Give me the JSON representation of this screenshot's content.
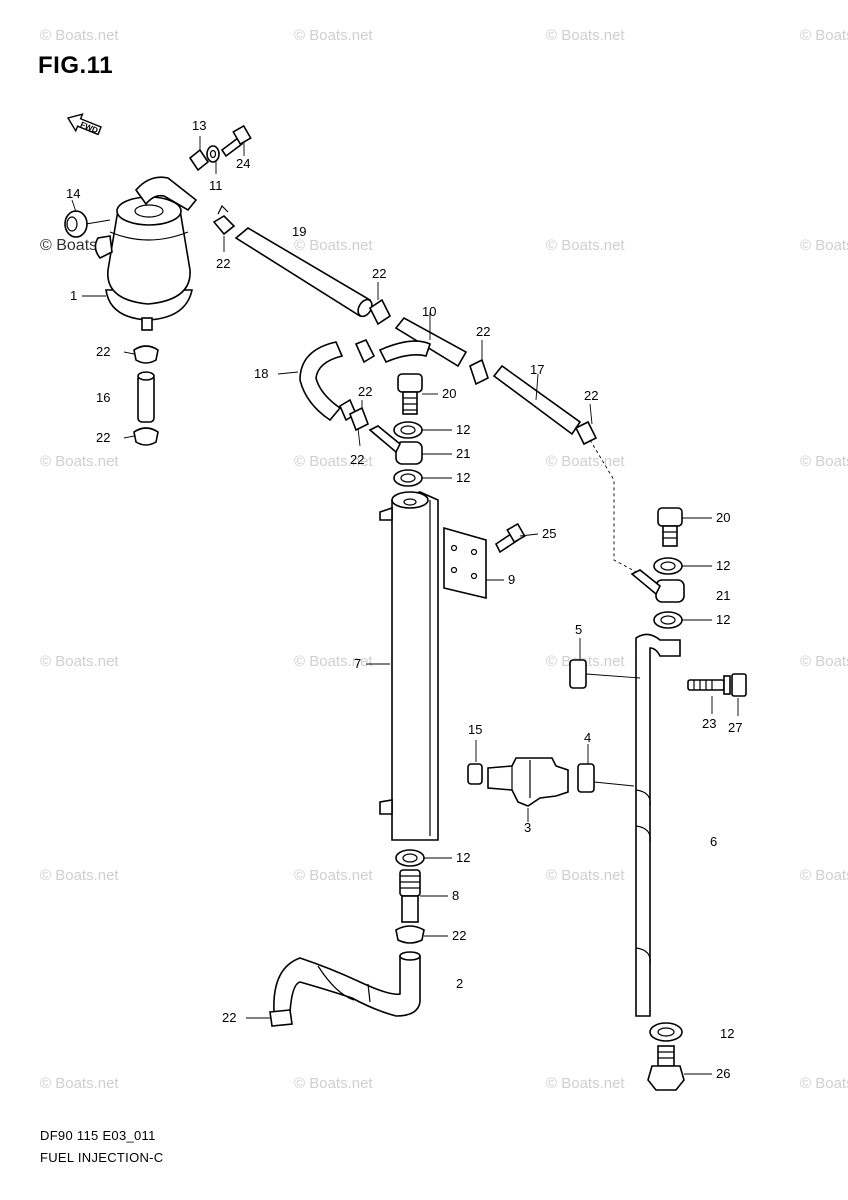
{
  "title": "FIG.11",
  "footer": {
    "code": "DF90 115 E03_011",
    "name": "FUEL INJECTION-C"
  },
  "direction_arrow": {
    "label": "FWD",
    "icon": "forward-arrow-icon"
  },
  "watermark": "© Boats.net",
  "callouts": [
    {
      "id": "c13",
      "text": "13"
    },
    {
      "id": "c24",
      "text": "24"
    },
    {
      "id": "c11",
      "text": "11"
    },
    {
      "id": "c14",
      "text": "14"
    },
    {
      "id": "c19",
      "text": "19"
    },
    {
      "id": "c22a",
      "text": "22"
    },
    {
      "id": "c22b",
      "text": "22"
    },
    {
      "id": "c1",
      "text": "1"
    },
    {
      "id": "c10",
      "text": "10"
    },
    {
      "id": "c22c",
      "text": "22"
    },
    {
      "id": "c22d",
      "text": "22"
    },
    {
      "id": "c16",
      "text": "16"
    },
    {
      "id": "c22e",
      "text": "22"
    },
    {
      "id": "c18",
      "text": "18"
    },
    {
      "id": "c22f",
      "text": "22"
    },
    {
      "id": "c20a",
      "text": "20"
    },
    {
      "id": "c17",
      "text": "17"
    },
    {
      "id": "c22g",
      "text": "22"
    },
    {
      "id": "c12a",
      "text": "12"
    },
    {
      "id": "c22h",
      "text": "22"
    },
    {
      "id": "c21a",
      "text": "21"
    },
    {
      "id": "c12b",
      "text": "12"
    },
    {
      "id": "c25",
      "text": "25"
    },
    {
      "id": "c20b",
      "text": "20"
    },
    {
      "id": "c9",
      "text": "9"
    },
    {
      "id": "c12c",
      "text": "12"
    },
    {
      "id": "c21b",
      "text": "21"
    },
    {
      "id": "c12d",
      "text": "12"
    },
    {
      "id": "c5",
      "text": "5"
    },
    {
      "id": "c7",
      "text": "7"
    },
    {
      "id": "c23",
      "text": "23"
    },
    {
      "id": "c27",
      "text": "27"
    },
    {
      "id": "c15",
      "text": "15"
    },
    {
      "id": "c4",
      "text": "4"
    },
    {
      "id": "c3",
      "text": "3"
    },
    {
      "id": "c6",
      "text": "6"
    },
    {
      "id": "c12e",
      "text": "12"
    },
    {
      "id": "c8",
      "text": "8"
    },
    {
      "id": "c22i",
      "text": "22"
    },
    {
      "id": "c2",
      "text": "2"
    },
    {
      "id": "c22j",
      "text": "22"
    },
    {
      "id": "c12f",
      "text": "12"
    },
    {
      "id": "c26",
      "text": "26"
    }
  ]
}
